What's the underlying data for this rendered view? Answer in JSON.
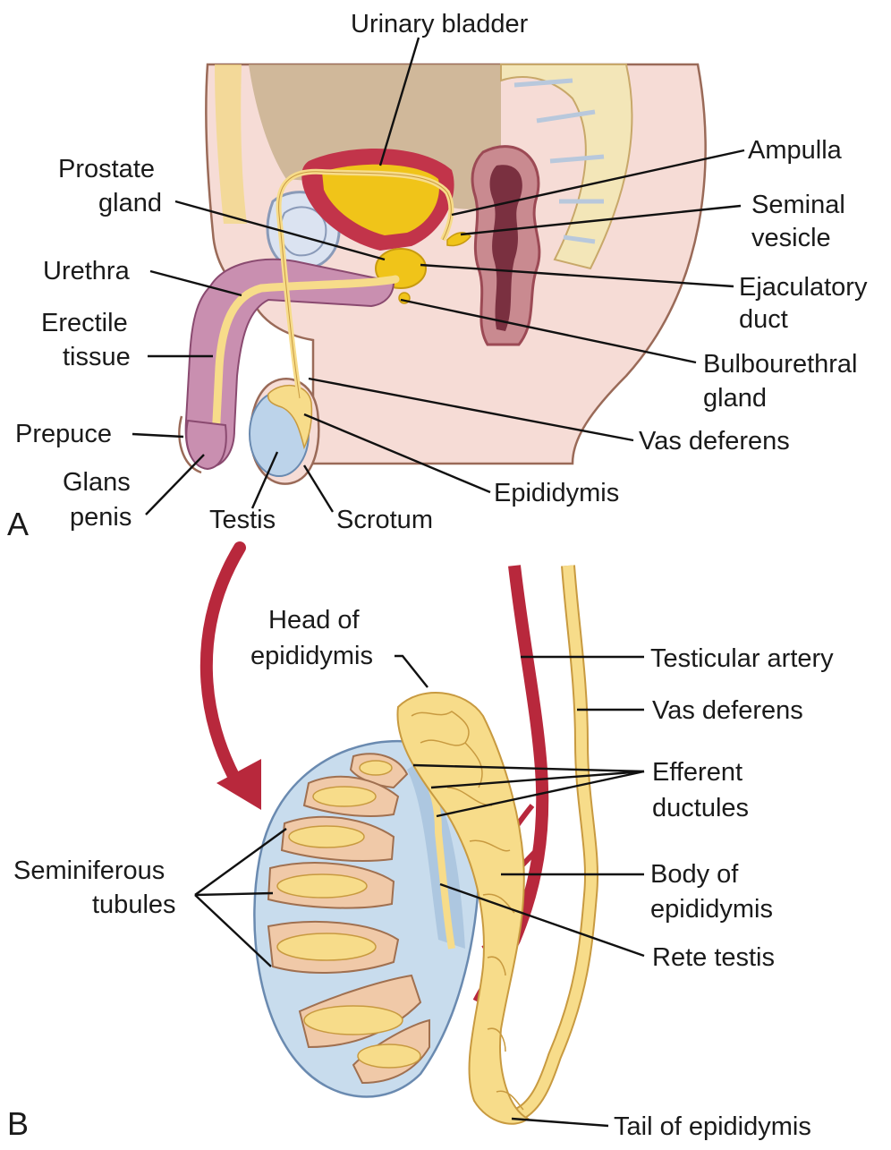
{
  "panels": {
    "a": "A",
    "b": "B"
  },
  "labels_a": {
    "urinary_bladder": "Urinary bladder",
    "prostate_1": "Prostate",
    "prostate_2": "gland",
    "urethra": "Urethra",
    "erectile_1": "Erectile",
    "erectile_2": "tissue",
    "prepuce": "Prepuce",
    "glans_1": "Glans",
    "glans_2": "penis",
    "testis": "Testis",
    "scrotum": "Scrotum",
    "epididymis": "Epididymis",
    "vas_deferens": "Vas deferens",
    "bulbourethral_1": "Bulbourethral",
    "bulbourethral_2": "gland",
    "ejaculatory_1": "Ejaculatory",
    "ejaculatory_2": "duct",
    "seminal_1": "Seminal",
    "seminal_2": "vesicle",
    "ampulla": "Ampulla"
  },
  "labels_b": {
    "head_1": "Head of",
    "head_2": "epididymis",
    "testicular_artery": "Testicular artery",
    "vas_deferens": "Vas deferens",
    "efferent_1": "Efferent",
    "efferent_2": "ductules",
    "seminiferous_1": "Seminiferous",
    "seminiferous_2": "tubules",
    "body_1": "Body of",
    "body_2": "epididymis",
    "rete": "Rete testis",
    "tail": "Tail of epididymis"
  },
  "colors": {
    "skin": "#f6dcd6",
    "skin_outline": "#9a6a58",
    "cavity": "#c9b28f",
    "bladder_wall": "#c2344a",
    "urine": "#f0c419",
    "duct": "#f7dc8a",
    "erectile": "#c98fb0",
    "testis": "#bcd3ea",
    "spine": "#f3e6b8",
    "rectum": "#9c4a55",
    "artery": "#b8283c",
    "lobule": "#f0c9a8",
    "capsule": "#c8dced",
    "arrow": "#b8283c"
  }
}
